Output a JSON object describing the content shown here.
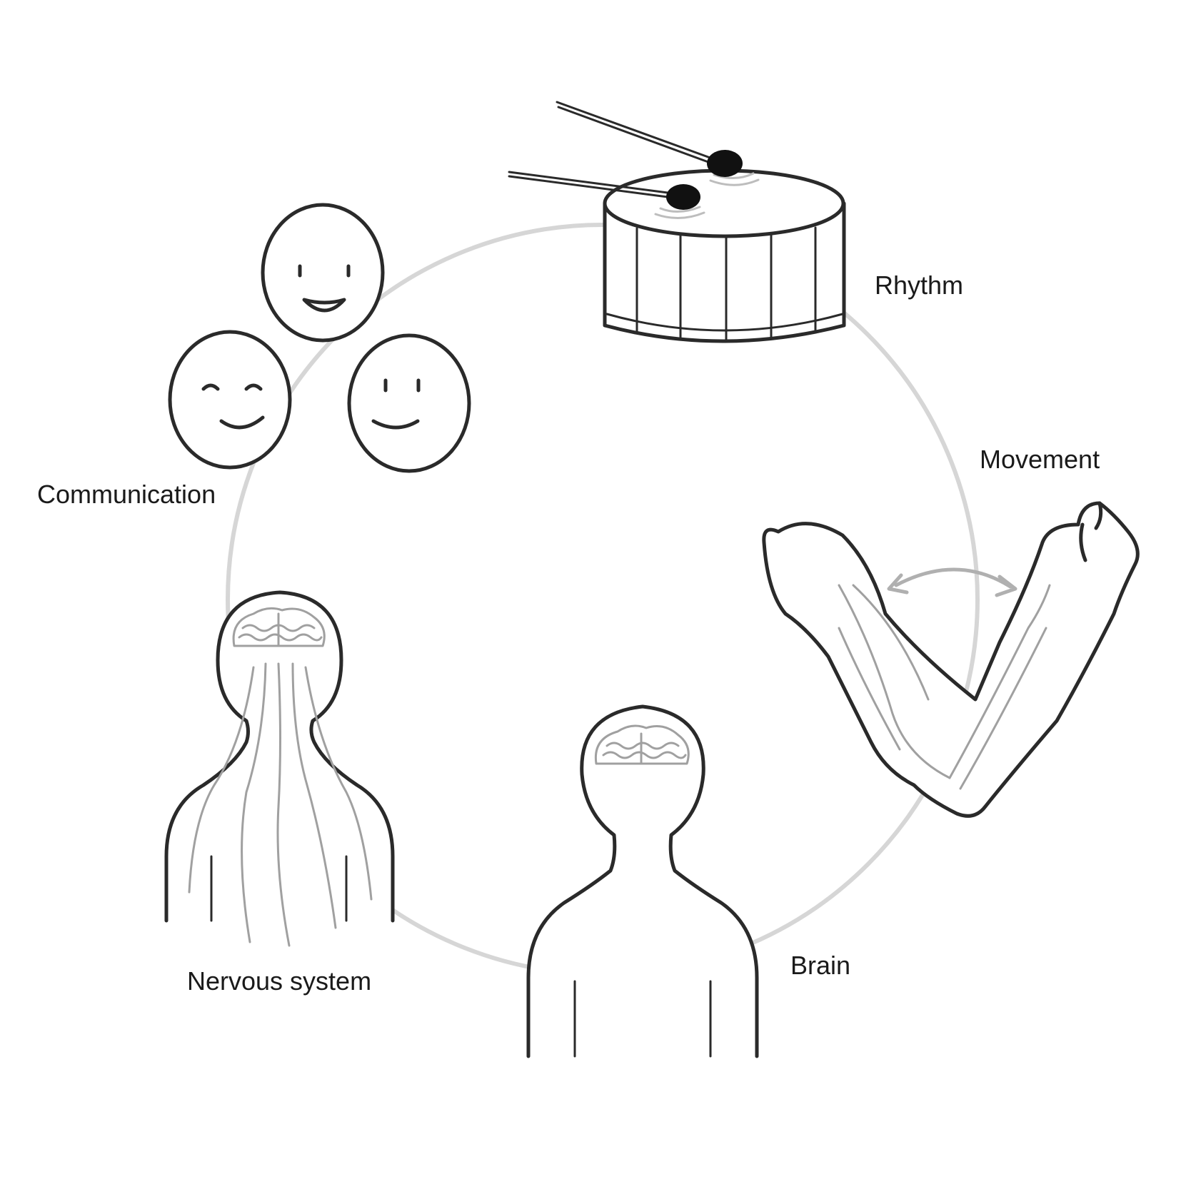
{
  "labels": {
    "rhythm": "Rhythm",
    "movement": "Movement",
    "brain": "Brain",
    "nervous_system": "Nervous system",
    "communication": "Communication"
  },
  "colors": {
    "ink": "#2a2a2a",
    "cycle_ring": "#d6d6d6",
    "brain_grey": "#a0a0a0",
    "background": "#ffffff"
  },
  "icons": [
    "drum-icon",
    "arm-icon",
    "head-brain-icon",
    "nervous-system-icon",
    "faces-icon"
  ]
}
